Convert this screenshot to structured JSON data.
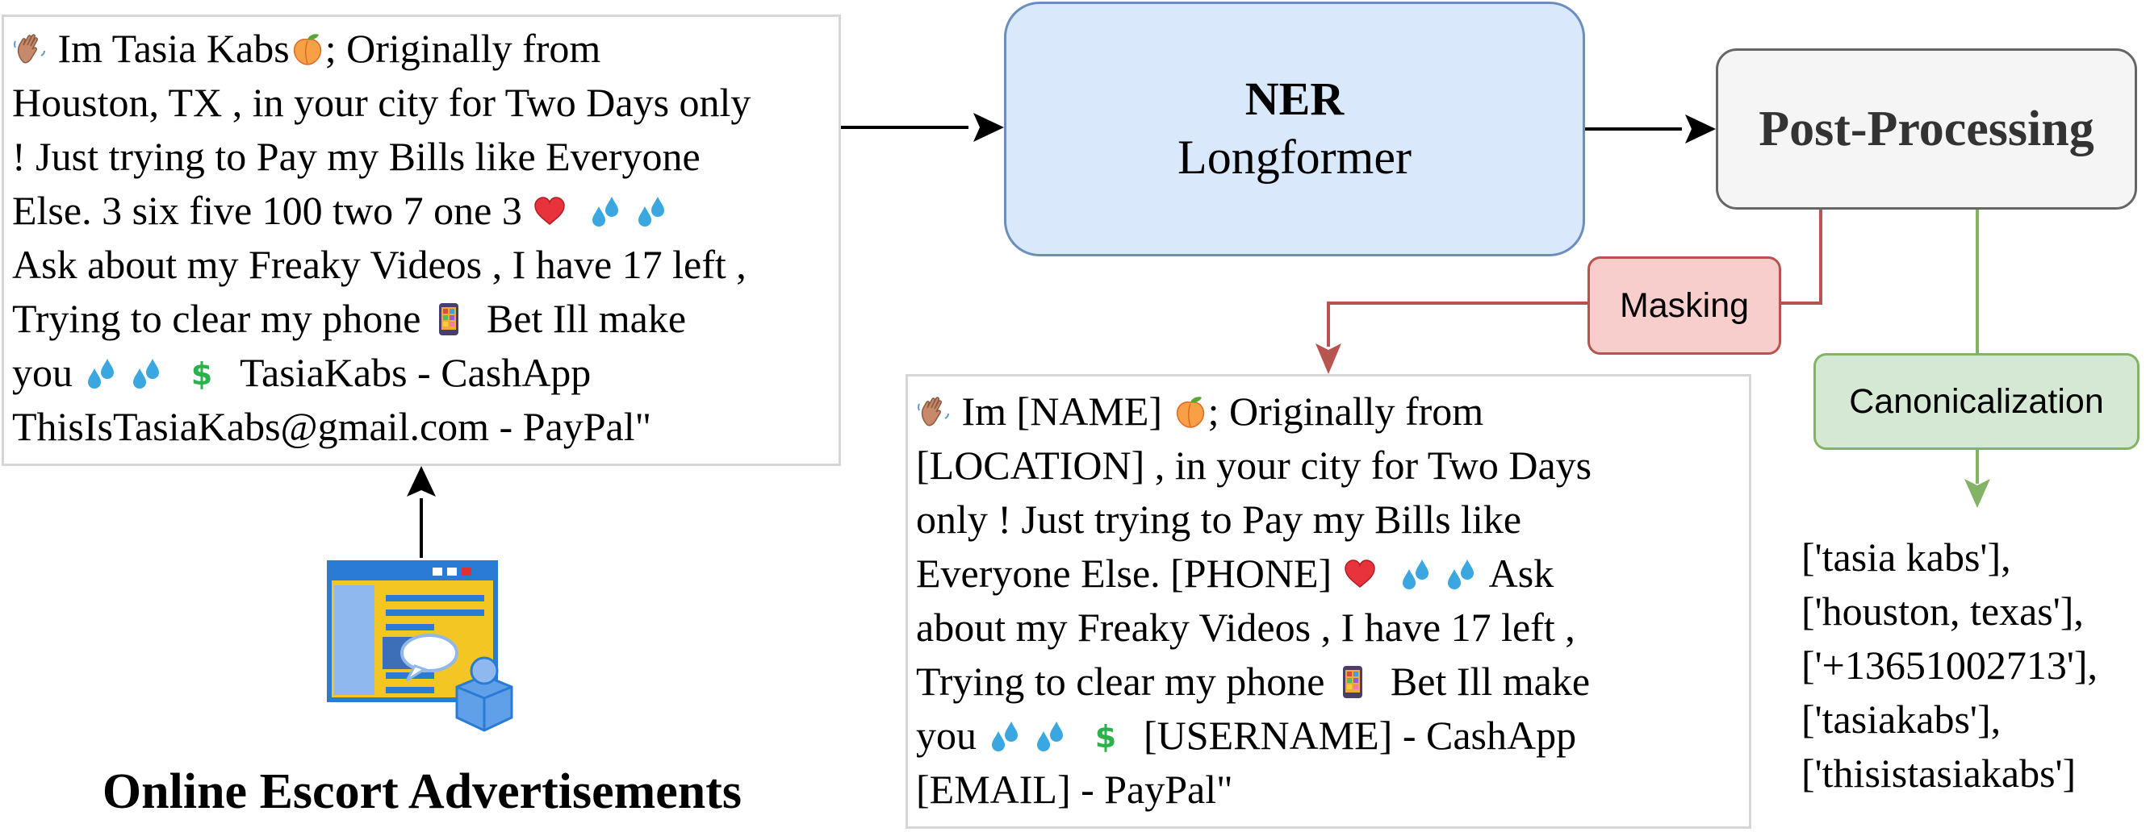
{
  "diagram": {
    "source": {
      "label": "Online Escort Advertisements",
      "icon": "web-advertisement-icon"
    },
    "original_text": {
      "line1": {
        "pre": "",
        "post": " Im Tasia Kabs",
        "emoji": "waving-hand-icon",
        "emoji2": "peach-icon",
        "tail": "; Originally from"
      },
      "line2": "Houston, TX , in your city for Two Days only",
      "line3": "! Just trying to Pay my Bills like Everyone",
      "line4": "Else. 3 six five 100 two 7 one 3",
      "line5": "Ask about my Freaky Videos , I have 17 left ,",
      "line6a": "Trying to clear my phone",
      "line6b": "Bet Ill make",
      "line7a": "you",
      "line7b": "TasiaKabs - CashApp",
      "line8": "ThisIsTasiaKabs@gmail.com - PayPal\""
    },
    "model": {
      "title": "NER",
      "subtitle": "Longformer"
    },
    "post_processing": {
      "label": "Post-Processing"
    },
    "masking": {
      "label": "Masking"
    },
    "canonicalization": {
      "label": "Canonicalization"
    },
    "masked_text": {
      "line1a": " Im [NAME]",
      "line1b": "; Originally from",
      "line2": "[LOCATION] , in your city for Two Days",
      "line3": "only ! Just trying to Pay my Bills like",
      "line4a": "Everyone Else. [PHONE]",
      "line4b": "Ask",
      "line5": "about my Freaky Videos , I have 17 left ,",
      "line6a": "Trying to clear my phone",
      "line6b": "Bet Ill make",
      "line7a": "you",
      "line7b": "[USERNAME] - CashApp",
      "line8": "[EMAIL] - PayPal\""
    },
    "canonical_results": [
      "['tasia kabs'],",
      "['houston, texas'],",
      "['+13651002713'],",
      "['tasiakabs'],",
      "['thisistasiakabs']"
    ],
    "colors": {
      "ner_fill": "#dae8fc",
      "ner_stroke": "#6c8ebf",
      "post_fill": "#f5f5f5",
      "post_stroke": "#666666",
      "mask_fill": "#f8cecc",
      "mask_stroke": "#b85450",
      "canon_fill": "#d5e8d4",
      "canon_stroke": "#82b366"
    }
  }
}
